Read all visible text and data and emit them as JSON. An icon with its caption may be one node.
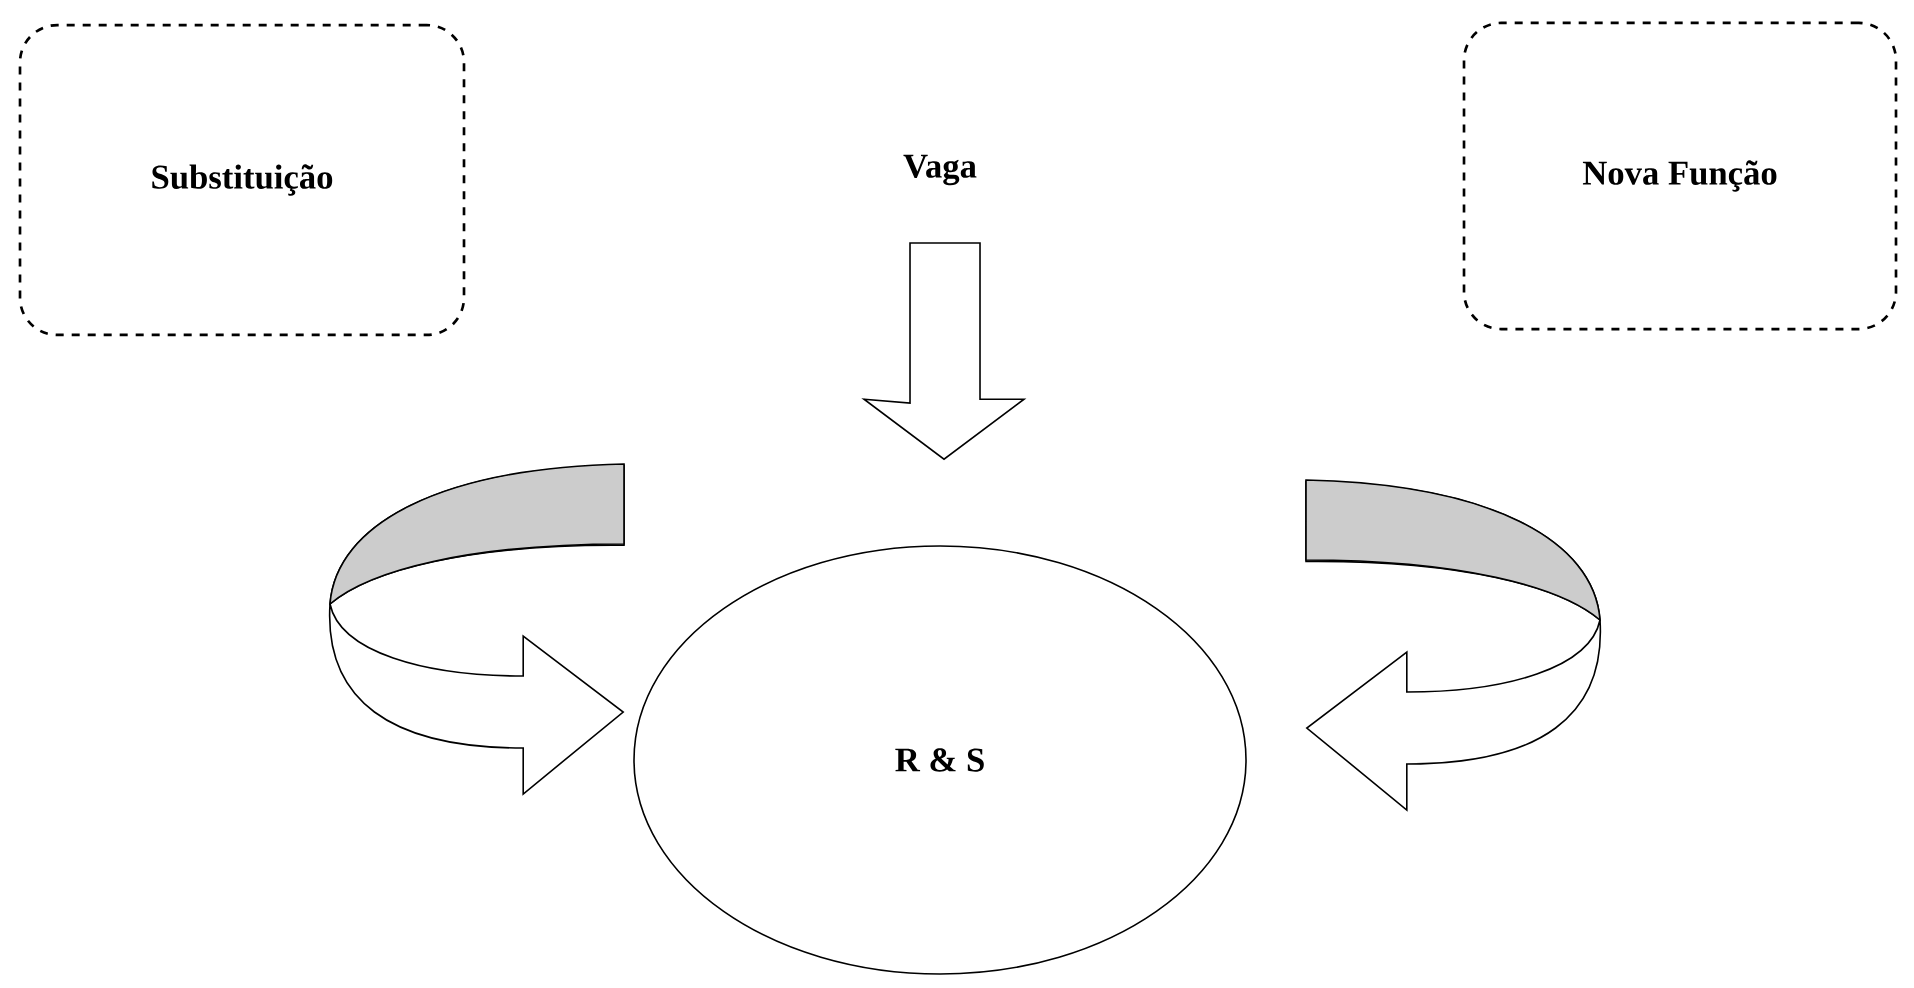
{
  "diagram": {
    "nodes": [
      {
        "text": [
          "Substituição"
        ]
      },
      {
        "text": [
          "Vaga"
        ]
      },
      {
        "text": [
          "Nova Função"
        ]
      },
      {
        "text": [
          "R & S"
        ]
      }
    ],
    "edges": [
      {
        "from": 0,
        "to": 3,
        "arrow": "to"
      },
      {
        "from": 1,
        "to": 3,
        "arrow": "to"
      },
      {
        "from": 2,
        "to": 3,
        "arrow": "to"
      }
    ]
  }
}
